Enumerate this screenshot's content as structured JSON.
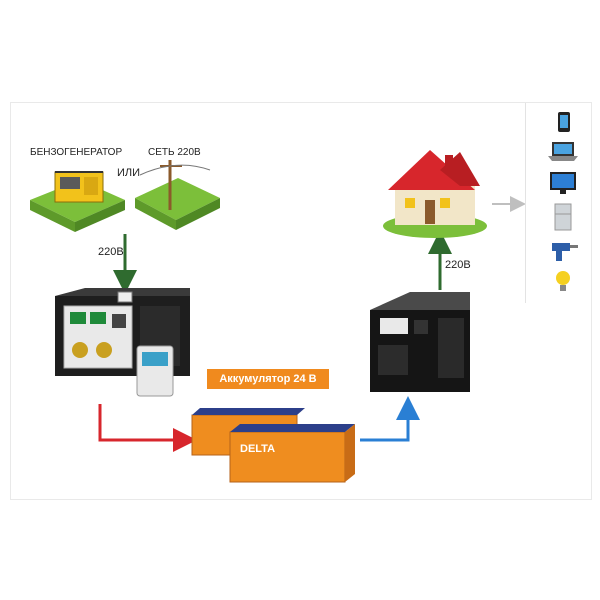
{
  "labels": {
    "generator": "БЕНЗОГЕНЕРАТОР",
    "or": "ИЛИ",
    "grid": "СЕТЬ 220В",
    "voltage_input": "220В",
    "voltage_output": "220В",
    "battery": "Аккумулятор 24 В"
  },
  "battery_brand": "DELTA",
  "devices": [
    "phone-icon",
    "laptop-icon",
    "monitor-icon",
    "fridge-icon",
    "drill-icon",
    "lightbulb-icon"
  ],
  "colors": {
    "arrow_green": "#2f6b2f",
    "arrow_red": "#d7262c",
    "arrow_blue": "#2a7fd4",
    "arrow_gray": "#bfbfbf",
    "battery_orange": "#f08a1e"
  }
}
